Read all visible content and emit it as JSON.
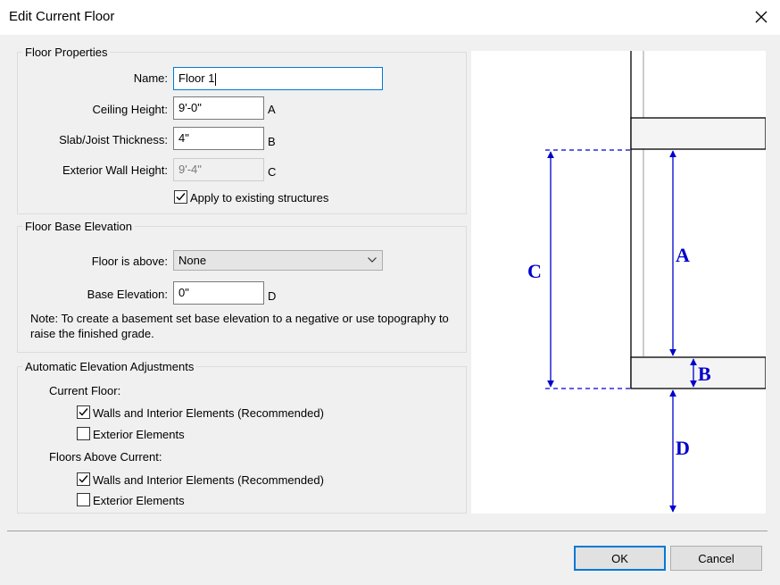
{
  "window": {
    "title": "Edit Current Floor"
  },
  "floor_properties": {
    "group_label": "Floor Properties",
    "name_label": "Name:",
    "name_value": "Floor 1",
    "ceiling_label": "Ceiling Height:",
    "ceiling_value": "9'-0\"",
    "ceiling_letter": "A",
    "slab_label": "Slab/Joist Thickness:",
    "slab_value": "4\"",
    "slab_letter": "B",
    "exterior_label": "Exterior Wall Height:",
    "exterior_value": "9'-4\"",
    "exterior_letter": "C",
    "apply_label": "Apply to existing structures",
    "apply_checked": true
  },
  "floor_base": {
    "group_label": "Floor Base Elevation",
    "above_label": "Floor is above:",
    "above_value": "None",
    "base_label": "Base Elevation:",
    "base_value": "0\"",
    "base_letter": "D",
    "note": "Note: To create a basement set base elevation to a negative or use topography to raise the finished grade."
  },
  "auto_adjust": {
    "group_label": "Automatic Elevation Adjustments",
    "current_label": "Current Floor:",
    "current_walls": {
      "label": "Walls and Interior Elements (Recommended)",
      "checked": true
    },
    "current_exterior": {
      "label": "Exterior Elements",
      "checked": false
    },
    "above_label": "Floors Above Current:",
    "above_walls": {
      "label": "Walls and Interior Elements (Recommended)",
      "checked": true
    },
    "above_exterior": {
      "label": "Exterior Elements",
      "checked": false
    }
  },
  "diagram": {
    "label_a": "A",
    "label_b": "B",
    "label_c": "C",
    "label_d": "D"
  },
  "buttons": {
    "ok": "OK",
    "cancel": "Cancel"
  },
  "colors": {
    "accent": "#0078d7",
    "dimension": "#0000cc"
  }
}
